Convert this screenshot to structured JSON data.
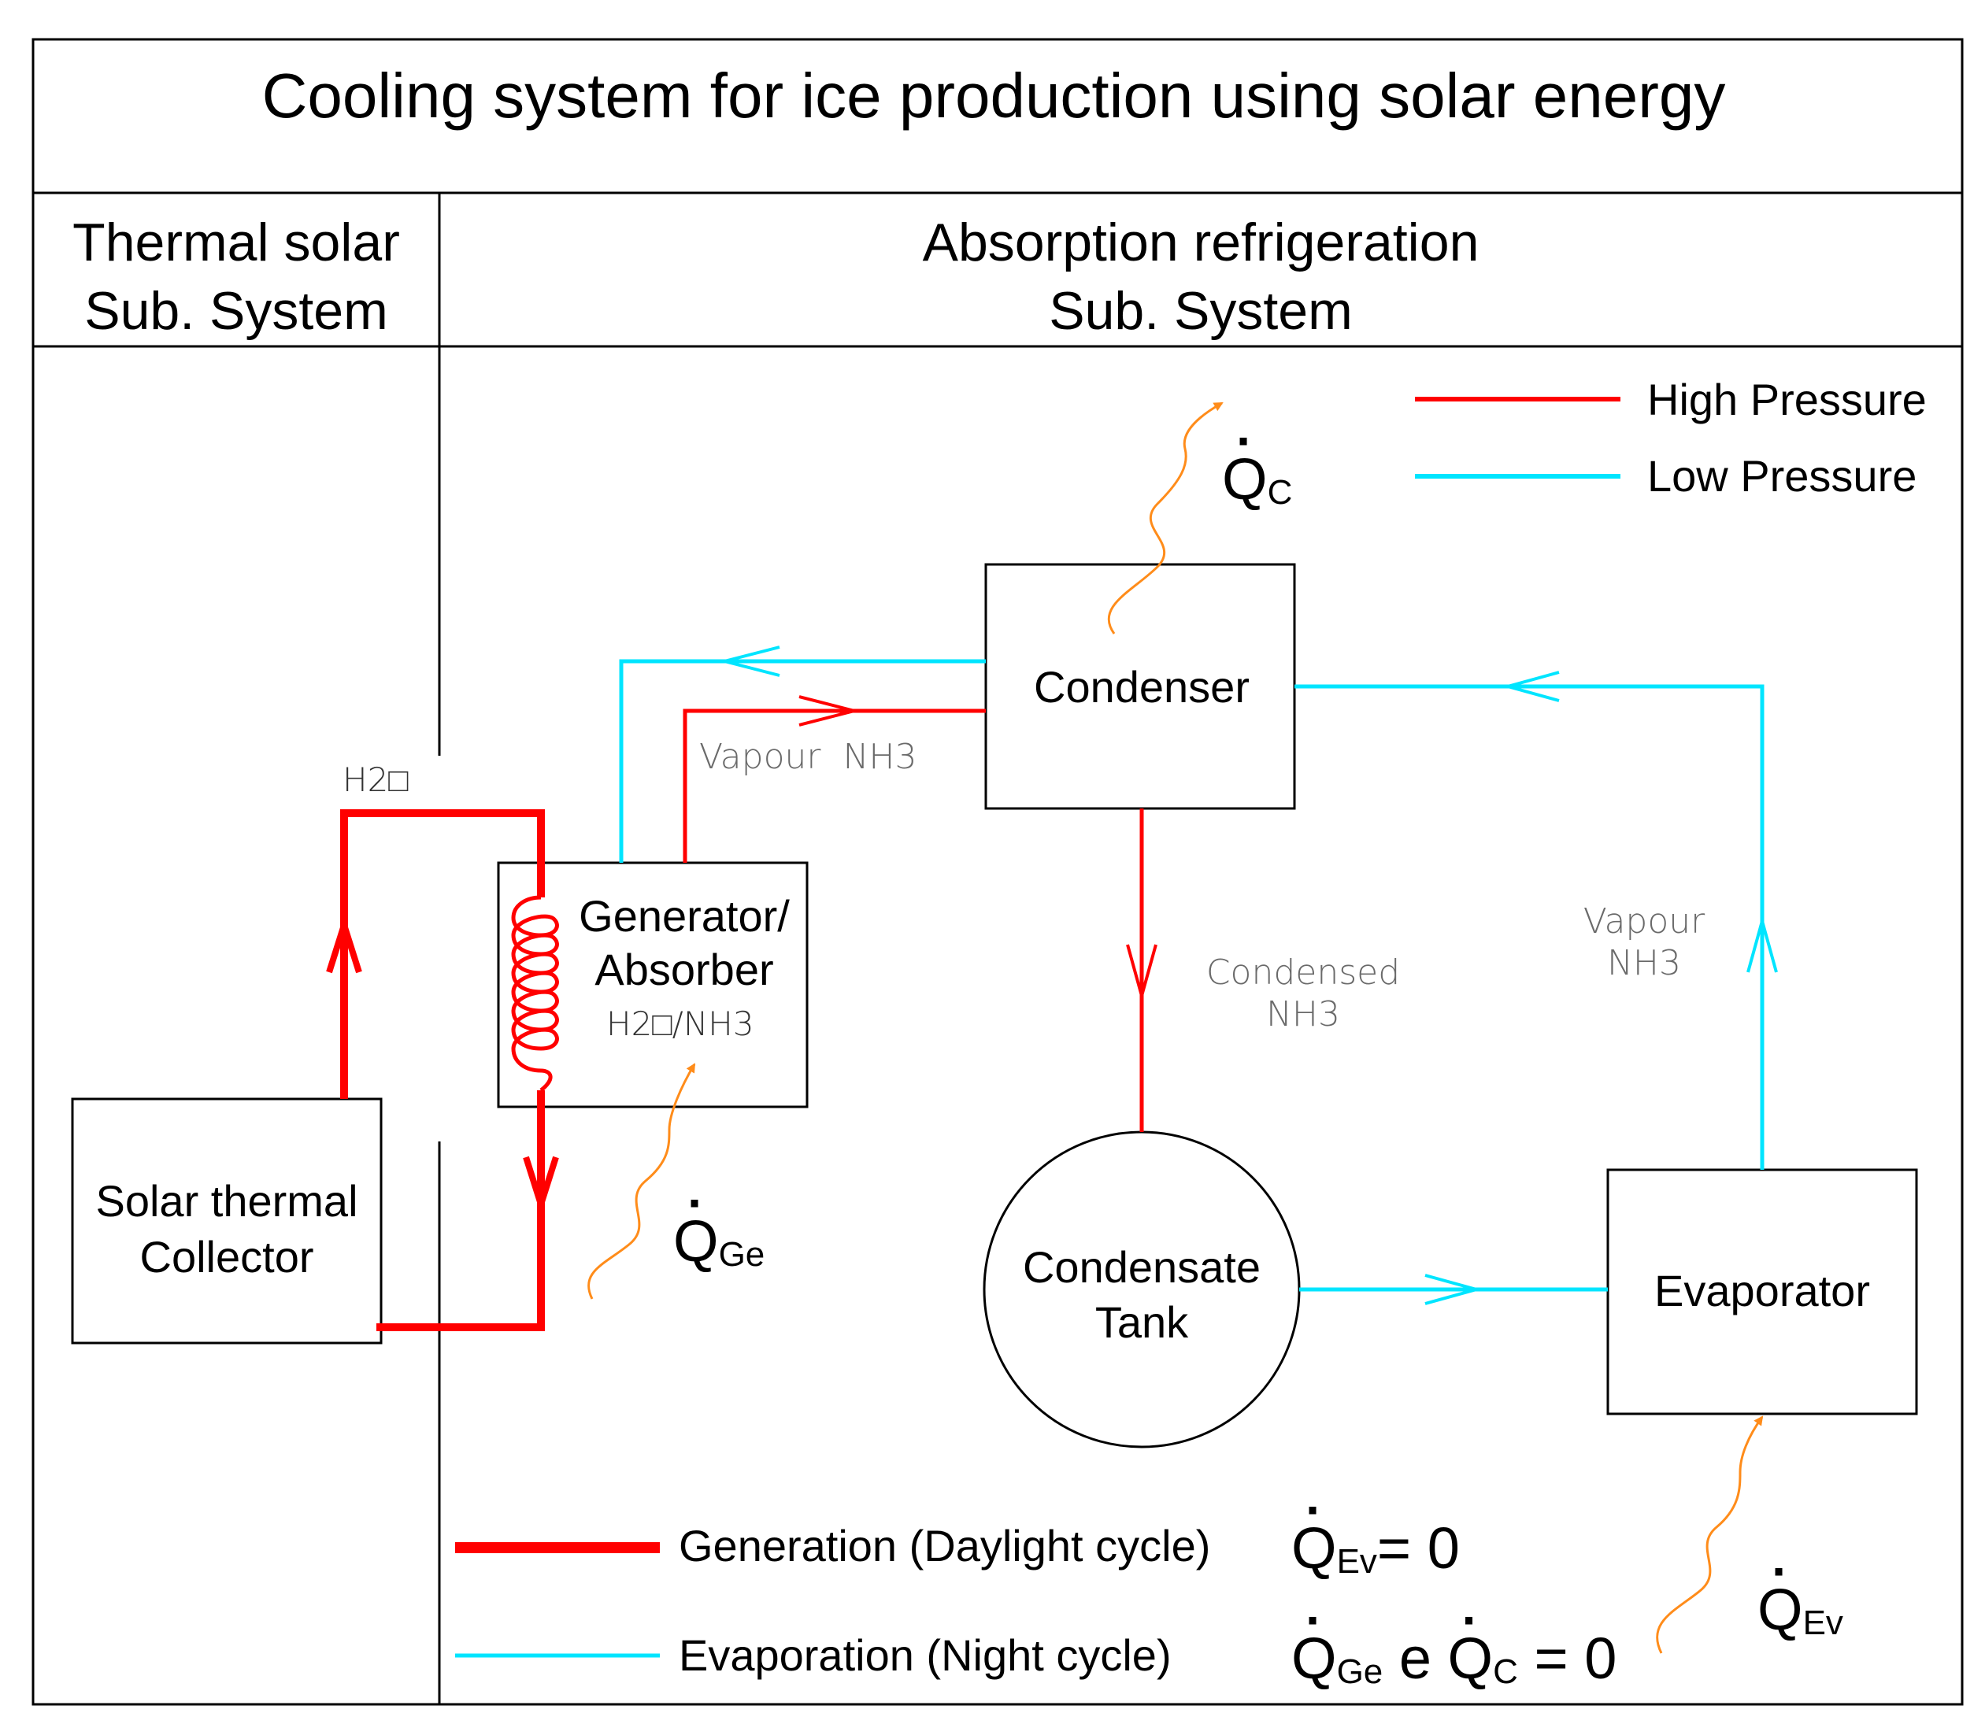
{
  "title": "Cooling system for ice production using solar energy",
  "subsystems": {
    "thermal": [
      "Thermal solar",
      "Sub. System"
    ],
    "absorption": [
      "Absorption refrigeration",
      "Sub. System"
    ]
  },
  "legend_pressure": {
    "high": {
      "label": "High Pressure",
      "color": "#ff0000"
    },
    "low": {
      "label": "Low Pressure",
      "color": "#00e5ff"
    }
  },
  "legend_cycle": {
    "generation": {
      "label": "Generation (Daylight cycle)",
      "equation": "= 0",
      "symbol": "Q",
      "sub": "Ev"
    },
    "evaporation": {
      "label": "Evaporation (Night cycle)",
      "equation_parts": [
        "Q",
        "Ge",
        " e ",
        "Q",
        "C",
        " = 0"
      ]
    }
  },
  "components": {
    "solar_collector": [
      "Solar thermal",
      "Collector"
    ],
    "generator": [
      "Generator/",
      "Absorber"
    ],
    "generator_fluid": "H2□/NH3",
    "condenser": "Condenser",
    "tank": [
      "Condensate",
      "Tank"
    ],
    "evaporator": "Evaporator"
  },
  "flow_labels": {
    "water": "H2□",
    "vapour_top": "Vapour  NH3",
    "condensed": [
      "Condensed",
      "NH3"
    ],
    "vapour_right": [
      "Vapour",
      "NH3"
    ]
  },
  "heat_flows": {
    "qc": {
      "symbol": "Q",
      "sub": "C"
    },
    "qge": {
      "symbol": "Q",
      "sub": "Ge"
    },
    "qev": {
      "symbol": "Q",
      "sub": "Ev"
    }
  },
  "colors": {
    "high": "#ff0000",
    "low": "#00e5ff",
    "heat": "#ff8c1a",
    "frame": "#000000"
  }
}
